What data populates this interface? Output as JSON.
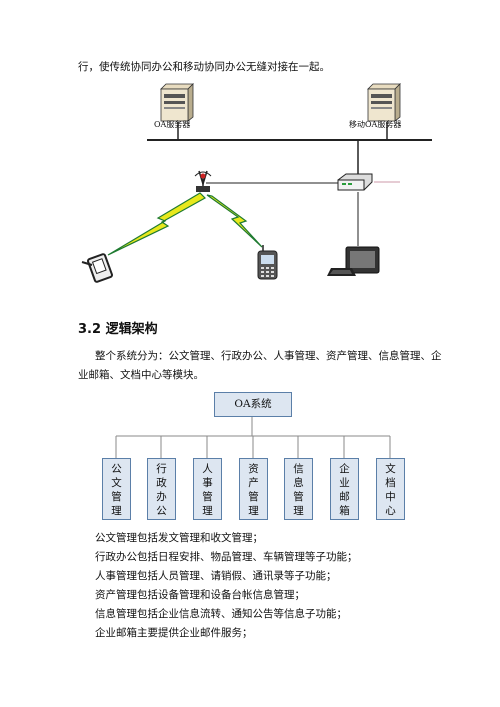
{
  "intro_line": "行，使传统协同办公和移动协同办公无缝对接在一起。",
  "network": {
    "server_left_label": "OA服务器",
    "server_right_label": "移动OA服务器"
  },
  "section": {
    "number": "3.2",
    "title": "逻辑架构",
    "para_line1": "整个系统分为：公文管理、行政办公、人事管理、资产管理、信息管理、企",
    "para_line2": "业邮箱、文档中心等模块。"
  },
  "org": {
    "root": "OA系统",
    "modules": [
      {
        "chars": [
          "公",
          "文",
          "管",
          "理"
        ]
      },
      {
        "chars": [
          "行",
          "政",
          "办",
          "公"
        ]
      },
      {
        "chars": [
          "人",
          "事",
          "管",
          "理"
        ]
      },
      {
        "chars": [
          "资",
          "产",
          "管",
          "理"
        ]
      },
      {
        "chars": [
          "信",
          "息",
          "管",
          "理"
        ]
      },
      {
        "chars": [
          "企",
          "业",
          "邮",
          "箱"
        ]
      },
      {
        "chars": [
          "文",
          "档",
          "中",
          "心"
        ]
      }
    ]
  },
  "descriptions": [
    "公文管理包括发文管理和收文管理；",
    "行政办公包括日程安排、物品管理、车辆管理等子功能；",
    "人事管理包括人员管理、请销假、通讯录等子功能；",
    "资产管理包括设备管理和设备台帐信息管理；",
    "信息管理包括企业信息流转、通知公告等信息子功能；",
    "企业邮箱主要提供企业邮件服务；"
  ]
}
